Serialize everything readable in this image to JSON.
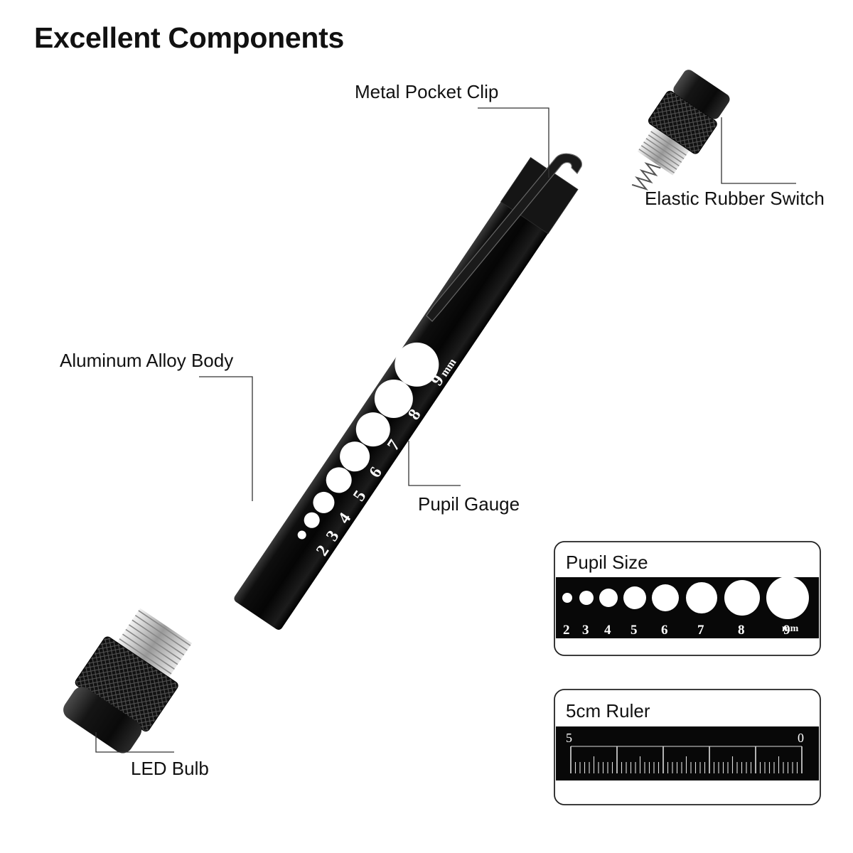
{
  "title": "Excellent Components",
  "callouts": {
    "clip": "Metal Pocket Clip",
    "switch": "Elastic Rubber Switch",
    "body": "Aluminum Alloy Body",
    "gauge": "Pupil Gauge",
    "bulb": "LED Bulb"
  },
  "pen_gauge": {
    "numbers": [
      "2",
      "3",
      "4",
      "5",
      "6",
      "7",
      "8",
      "9"
    ],
    "unit": "mm"
  },
  "pupil_box": {
    "label": "Pupil Size",
    "numbers": [
      "2",
      "3",
      "4",
      "5",
      "6",
      "7",
      "8",
      "9"
    ],
    "unit": "mm"
  },
  "ruler_box": {
    "label": "5cm Ruler",
    "left_mark": "5",
    "right_mark": "0"
  },
  "colors": {
    "body": "#0b0b0b",
    "text": "#111111",
    "line": "#333333",
    "thread": "#c9c9c9"
  }
}
